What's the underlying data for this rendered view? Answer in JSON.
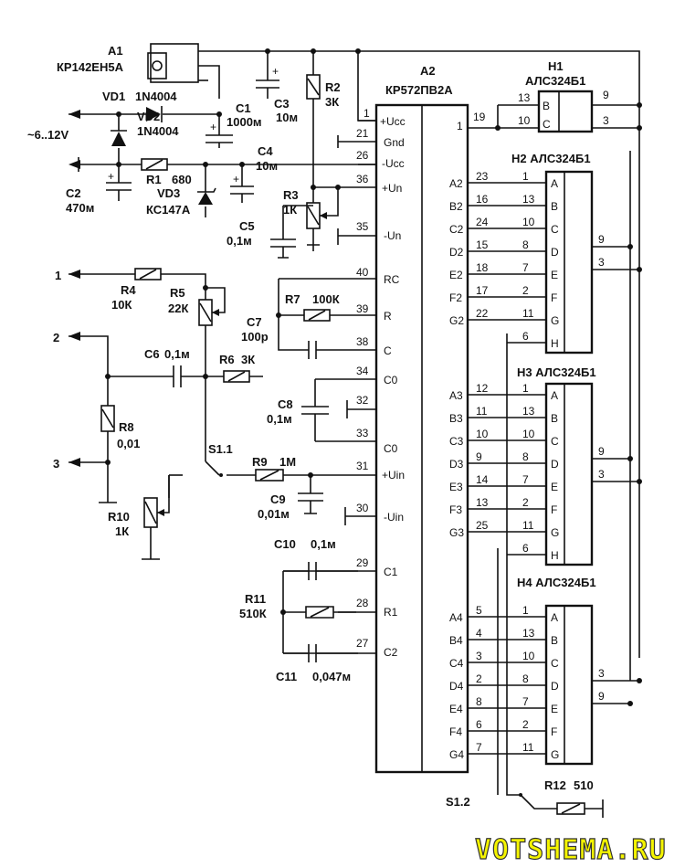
{
  "components": {
    "a1": {
      "ref": "A1",
      "part": "КР142ЕН5А"
    },
    "a2": {
      "ref": "A2",
      "part": "КР572ПВ2А"
    },
    "vd1": {
      "ref": "VD1",
      "part": "1N4004"
    },
    "vd2": {
      "ref": "VD2",
      "part": "1N4004"
    },
    "vd3": {
      "ref": "VD3",
      "part": "КС147А"
    },
    "c1": {
      "ref": "C1",
      "value": "1000м"
    },
    "c2": {
      "ref": "C2",
      "value": "470м"
    },
    "c3": {
      "ref": "C3",
      "value": "10м"
    },
    "c4": {
      "ref": "C4",
      "value": "10м"
    },
    "c5": {
      "ref": "C5",
      "value": "0,1м"
    },
    "c6": {
      "ref": "C6",
      "value": "0,1м"
    },
    "c7": {
      "ref": "C7",
      "value": "100р"
    },
    "c8": {
      "ref": "C8",
      "value": "0,1м"
    },
    "c9": {
      "ref": "C9",
      "value": "0,01м"
    },
    "c10": {
      "ref": "C10",
      "value": "0,1м"
    },
    "c11": {
      "ref": "C11",
      "value": "0,047м"
    },
    "r1": {
      "ref": "R1",
      "value": "680"
    },
    "r2": {
      "ref": "R2",
      "value": "3К"
    },
    "r3": {
      "ref": "R3",
      "value": "1К"
    },
    "r4": {
      "ref": "R4",
      "value": "10К"
    },
    "r5": {
      "ref": "R5",
      "value": "22К"
    },
    "r6": {
      "ref": "R6",
      "value": "3К"
    },
    "r7": {
      "ref": "R7",
      "value": "100К"
    },
    "r8": {
      "ref": "R8",
      "value": "0,01"
    },
    "r9": {
      "ref": "R9",
      "value": "1М"
    },
    "r10": {
      "ref": "R10",
      "value": "1К"
    },
    "r11": {
      "ref": "R11",
      "value": "510К"
    },
    "r12": {
      "ref": "R12",
      "value": "510"
    },
    "s11": {
      "ref": "S1.1"
    },
    "s12": {
      "ref": "S1.2"
    },
    "h1": {
      "ref": "H1",
      "part": "АЛС324Б1"
    },
    "h2": {
      "ref": "H2",
      "part": "АЛС324Б1"
    },
    "h3": {
      "ref": "H3",
      "part": "АЛС324Б1"
    },
    "h4": {
      "ref": "H4",
      "part": "АЛС324Б1"
    }
  },
  "supply": "~6..12V",
  "terminals": [
    "1",
    "2",
    "3"
  ],
  "a2_left_pins": [
    {
      "num": "1",
      "name": "+Ucc"
    },
    {
      "num": "21",
      "name": "Gnd"
    },
    {
      "num": "26",
      "name": "-Ucc"
    },
    {
      "num": "36",
      "name": "+Un"
    },
    {
      "num": "35",
      "name": "-Un"
    },
    {
      "num": "40",
      "name": "RC"
    },
    {
      "num": "39",
      "name": "R"
    },
    {
      "num": "38",
      "name": "C"
    },
    {
      "num": "34",
      "name": "C0"
    },
    {
      "num": "32",
      "name": ""
    },
    {
      "num": "33",
      "name": "C0"
    },
    {
      "num": "31",
      "name": "+Uin"
    },
    {
      "num": "30",
      "name": "-Uin"
    },
    {
      "num": "29",
      "name": "C1"
    },
    {
      "num": "28",
      "name": "R1"
    },
    {
      "num": "27",
      "name": "C2"
    }
  ],
  "a2_top_right_pin": {
    "label": "1",
    "num": "19"
  },
  "a2_right_groups": [
    {
      "labels": [
        "A2",
        "B2",
        "C2",
        "D2",
        "E2",
        "F2",
        "G2"
      ],
      "pins": [
        "23",
        "16",
        "24",
        "15",
        "18",
        "17",
        "22"
      ]
    },
    {
      "labels": [
        "A3",
        "B3",
        "C3",
        "D3",
        "E3",
        "F3",
        "G3"
      ],
      "pins": [
        "12",
        "11",
        "10",
        "9",
        "14",
        "13",
        "25"
      ]
    },
    {
      "labels": [
        "A4",
        "B4",
        "C4",
        "D4",
        "E4",
        "F4",
        "G4"
      ],
      "pins": [
        "5",
        "4",
        "3",
        "2",
        "8",
        "6",
        "7"
      ]
    }
  ],
  "display_pins": {
    "segments": [
      "A",
      "B",
      "C",
      "D",
      "E",
      "F",
      "G",
      "H"
    ],
    "pins": [
      "1",
      "13",
      "10",
      "8",
      "7",
      "2",
      "11",
      "6"
    ],
    "h1_segments": [
      "B",
      "C"
    ],
    "h1_pins": [
      "13",
      "10"
    ],
    "h1_out": [
      "9",
      "3"
    ],
    "h2_out": [
      "9",
      "3"
    ],
    "h3_out": [
      "9",
      "3"
    ],
    "h4_out": [
      "3",
      "9"
    ]
  },
  "watermark": "VOTSHEMA.RU"
}
